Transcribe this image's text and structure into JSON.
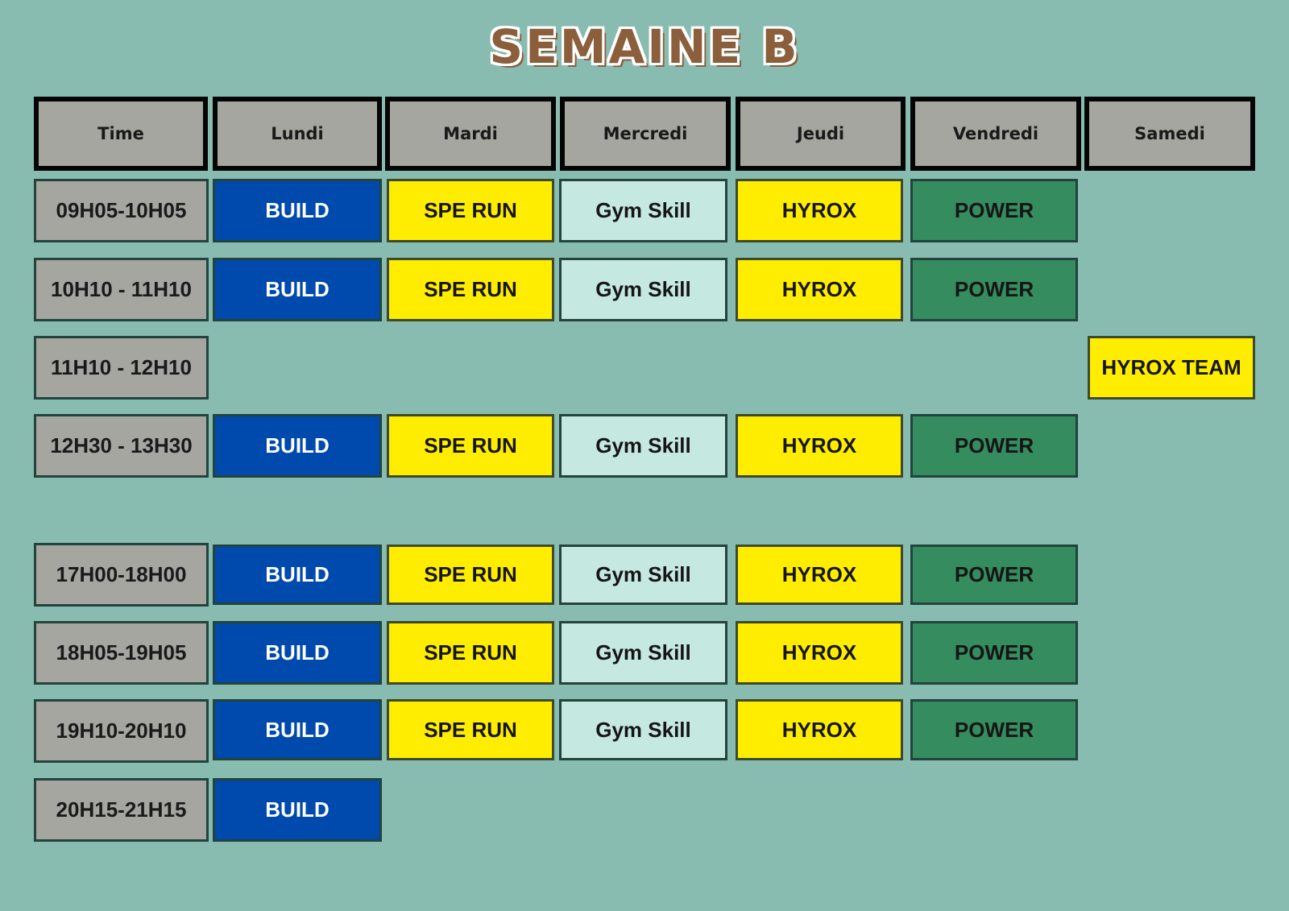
{
  "title": "SEMAINE B",
  "colors": {
    "background": "#89bcb0",
    "header": "#a5a69f",
    "build": "#004aad",
    "spe_run": "#ffed00",
    "gym_skill": "#c5e8e1",
    "hyrox": "#ffed00",
    "power": "#358c5f",
    "title": "#8b5e3c"
  },
  "headers": [
    "Time",
    "Lundi",
    "Mardi",
    "Mercredi",
    "Jeudi",
    "Vendredi",
    "Samedi"
  ],
  "rows": [
    {
      "time": "09H05-10H05",
      "lundi": "BUILD",
      "mardi": "SPE RUN",
      "mercredi": "Gym Skill",
      "jeudi": "HYROX",
      "vendredi": "POWER",
      "samedi": ""
    },
    {
      "time": "10H10 - 11H10",
      "lundi": "BUILD",
      "mardi": "SPE RUN",
      "mercredi": "Gym Skill",
      "jeudi": "HYROX",
      "vendredi": "POWER",
      "samedi": ""
    },
    {
      "time": "11H10 - 12H10",
      "lundi": "",
      "mardi": "",
      "mercredi": "",
      "jeudi": "",
      "vendredi": "",
      "samedi": "HYROX TEAM"
    },
    {
      "time": "12H30 - 13H30",
      "lundi": "BUILD",
      "mardi": "SPE RUN",
      "mercredi": "Gym Skill",
      "jeudi": "HYROX",
      "vendredi": "POWER",
      "samedi": ""
    },
    {
      "time": "17H00-18H00",
      "lundi": "BUILD",
      "mardi": "SPE RUN",
      "mercredi": "Gym Skill",
      "jeudi": "HYROX",
      "vendredi": "POWER",
      "samedi": ""
    },
    {
      "time": "18H05-19H05",
      "lundi": "BUILD",
      "mardi": "SPE RUN",
      "mercredi": "Gym Skill",
      "jeudi": "HYROX",
      "vendredi": "POWER",
      "samedi": ""
    },
    {
      "time": "19H10-20H10",
      "lundi": "BUILD",
      "mardi": "SPE RUN",
      "mercredi": "Gym Skill",
      "jeudi": "HYROX",
      "vendredi": "POWER",
      "samedi": ""
    },
    {
      "time": "20H15-21H15",
      "lundi": "BUILD",
      "mardi": "",
      "mercredi": "",
      "jeudi": "",
      "vendredi": "",
      "samedi": ""
    }
  ]
}
